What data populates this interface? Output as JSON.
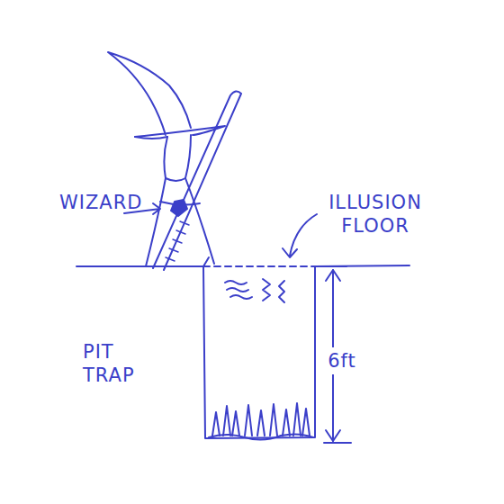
{
  "diagram": {
    "labels": [
      "WIZARD",
      "ILLUSION FLOOR",
      "PIT TRAP",
      "6ft"
    ]
  }
}
